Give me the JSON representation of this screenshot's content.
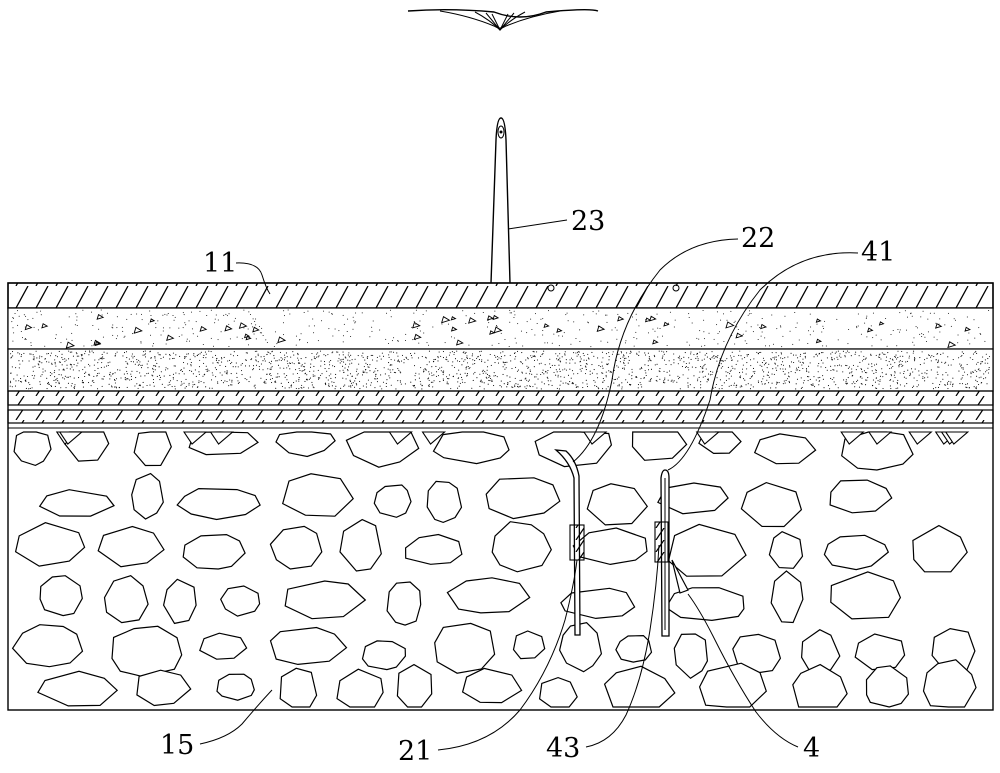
{
  "labels": {
    "top_layer": "11",
    "stone_base": "15",
    "cable_lower": "21",
    "cable_upper": "22",
    "antenna": "23",
    "device": "4",
    "device_upper": "41",
    "device_lower": "43"
  }
}
